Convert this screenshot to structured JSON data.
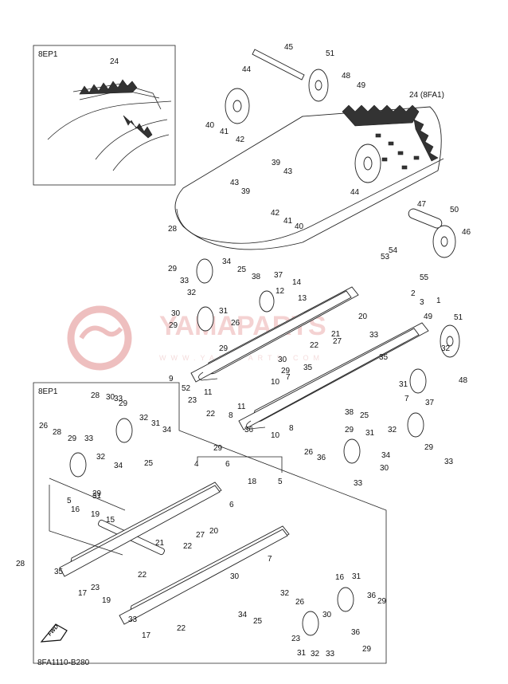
{
  "insets": [
    {
      "tag": "8EP1"
    },
    {
      "tag": "8EP1"
    }
  ],
  "watermark": {
    "text": "YAMAPARTS",
    "sub": "WWW.YAMAPARTS.COM",
    "color": "#e8a0a0"
  },
  "fwd_label": "FWD",
  "diagram_code": "8FA1110-B280",
  "callouts": [
    "24",
    "45",
    "51",
    "44",
    "48",
    "49",
    "24 (8FA1)",
    "40",
    "41",
    "42",
    "43",
    "39",
    "43",
    "39",
    "42",
    "41",
    "40",
    "44",
    "47",
    "50",
    "46",
    "28",
    "54",
    "53",
    "55",
    "2",
    "1",
    "3",
    "29",
    "33",
    "34",
    "25",
    "38",
    "37",
    "14",
    "12",
    "13",
    "32",
    "31",
    "29",
    "30",
    "26",
    "29",
    "21",
    "22",
    "20",
    "49",
    "51",
    "33",
    "32",
    "29",
    "30",
    "35",
    "48",
    "52",
    "9",
    "10",
    "27",
    "31",
    "23",
    "11",
    "7",
    "35",
    "22",
    "8",
    "11",
    "7",
    "37",
    "38",
    "25",
    "36",
    "10",
    "8",
    "26",
    "36",
    "29",
    "31",
    "32",
    "34",
    "29",
    "30",
    "33",
    "33",
    "28",
    "30",
    "29",
    "33",
    "32",
    "31",
    "34",
    "26",
    "28",
    "29",
    "33",
    "32",
    "34",
    "25",
    "29",
    "31",
    "29",
    "4",
    "6",
    "5",
    "16",
    "19",
    "15",
    "18",
    "5",
    "6",
    "20",
    "27",
    "22",
    "21",
    "35",
    "17",
    "7",
    "22",
    "30",
    "23",
    "19",
    "16",
    "31",
    "32",
    "26",
    "36",
    "29",
    "30",
    "34",
    "25",
    "36",
    "33",
    "22",
    "17",
    "23",
    "31",
    "32",
    "33",
    "29",
    "28"
  ]
}
